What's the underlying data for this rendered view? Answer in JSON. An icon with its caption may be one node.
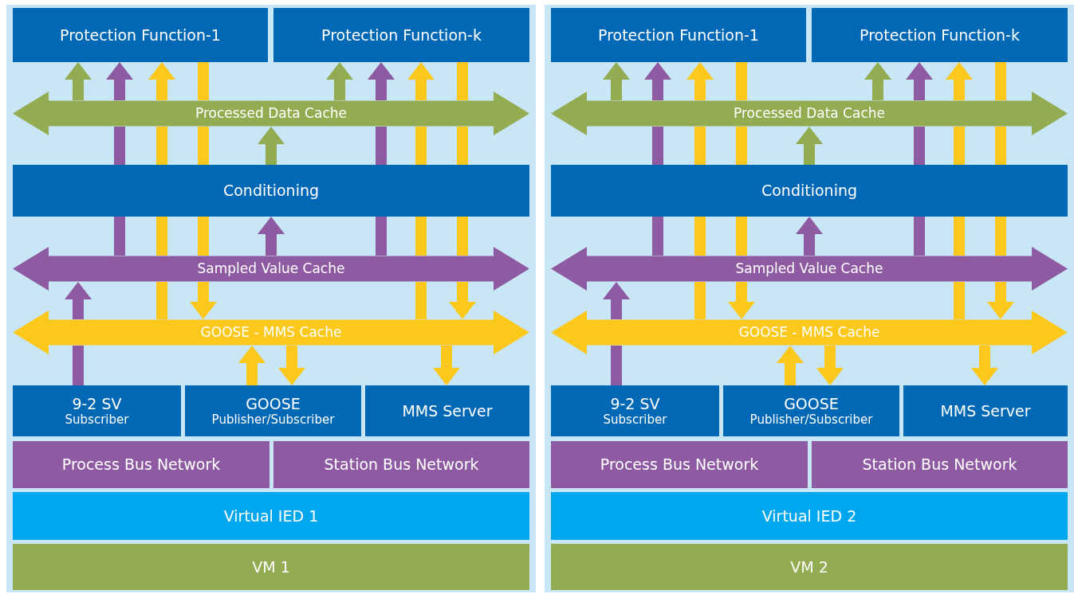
{
  "diagram": {
    "nodes": [
      {
        "text": [],
        "shape": "box"
      },
      {
        "text": [
          "Protection Function-1"
        ],
        "in": 0
      },
      {
        "text": [
          "Protection Function-k"
        ],
        "in": 0
      },
      {
        "text": [
          "Processed Data Cache"
        ],
        "in": 0
      },
      {
        "text": [
          "Conditioning"
        ],
        "in": 0
      },
      {
        "text": [
          "Sampled Value Cache"
        ],
        "in": 0
      },
      {
        "text": [
          "GOOSE - MMS Cache"
        ],
        "in": 0
      },
      {
        "text": [
          "9-2 SV",
          "Subscriber"
        ],
        "in": 0
      },
      {
        "text": [
          "GOOSE",
          "Publisher/Subscriber"
        ],
        "in": 0
      },
      {
        "text": [
          "MMS Server"
        ],
        "in": 0
      },
      {
        "text": [
          "Process Bus Network"
        ],
        "in": 0
      },
      {
        "text": [
          "Station Bus Network"
        ],
        "in": 0
      },
      {
        "text": [
          "Virtual IED 1"
        ],
        "in": 0
      },
      {
        "text": [
          "VM 1"
        ],
        "in": 0
      },
      {
        "text": [],
        "shape": "box"
      },
      {
        "text": [
          "Protection Function-1"
        ],
        "in": 14
      },
      {
        "text": [
          "Protection Function-k"
        ],
        "in": 14
      },
      {
        "text": [
          "Processed Data Cache"
        ],
        "in": 14
      },
      {
        "text": [
          "Conditioning"
        ],
        "in": 14
      },
      {
        "text": [
          "Sampled Value Cache"
        ],
        "in": 14
      },
      {
        "text": [
          "GOOSE - MMS Cache"
        ],
        "in": 14
      },
      {
        "text": [
          "9-2 SV",
          "Subscriber"
        ],
        "in": 14
      },
      {
        "text": [
          "GOOSE",
          "Publisher/Subscriber"
        ],
        "in": 14
      },
      {
        "text": [
          "MMS Server"
        ],
        "in": 14
      },
      {
        "text": [
          "Process Bus Network"
        ],
        "in": 14
      },
      {
        "text": [
          "Station Bus Network"
        ],
        "in": 14
      },
      {
        "text": [
          "Virtual IED 2"
        ],
        "in": 14
      },
      {
        "text": [
          "VM 2"
        ],
        "in": 14
      }
    ],
    "edges": [
      {
        "from": 3,
        "to": 1,
        "arrow": "to",
        "color": "#93ac52"
      },
      {
        "from": 5,
        "to": 4,
        "arrow": "none",
        "color": "#8e5ba2"
      },
      {
        "from": 4,
        "to": 3,
        "arrow": "none",
        "color": "#8e5ba2"
      },
      {
        "from": 3,
        "to": 1,
        "arrow": "to",
        "color": "#8e5ba2"
      },
      {
        "from": 6,
        "to": 5,
        "arrow": "none",
        "color": "#fcc81b"
      },
      {
        "from": 5,
        "to": 4,
        "arrow": "none",
        "color": "#fcc81b"
      },
      {
        "from": 4,
        "to": 3,
        "arrow": "none",
        "color": "#fcc81b"
      },
      {
        "from": 3,
        "to": 1,
        "arrow": "to",
        "color": "#fcc81b"
      },
      {
        "from": 1,
        "to": 3,
        "arrow": "none",
        "color": "#fcc81b"
      },
      {
        "from": 3,
        "to": 4,
        "arrow": "none",
        "color": "#fcc81b"
      },
      {
        "from": 4,
        "to": 5,
        "arrow": "none",
        "color": "#fcc81b"
      },
      {
        "from": 5,
        "to": 6,
        "arrow": "to",
        "color": "#fcc81b"
      },
      {
        "from": 3,
        "to": 2,
        "arrow": "to",
        "color": "#93ac52"
      },
      {
        "from": 5,
        "to": 4,
        "arrow": "none",
        "color": "#8e5ba2"
      },
      {
        "from": 4,
        "to": 3,
        "arrow": "none",
        "color": "#8e5ba2"
      },
      {
        "from": 3,
        "to": 2,
        "arrow": "to",
        "color": "#8e5ba2"
      },
      {
        "from": 6,
        "to": 5,
        "arrow": "none",
        "color": "#fcc81b"
      },
      {
        "from": 5,
        "to": 4,
        "arrow": "none",
        "color": "#fcc81b"
      },
      {
        "from": 4,
        "to": 3,
        "arrow": "none",
        "color": "#fcc81b"
      },
      {
        "from": 3,
        "to": 2,
        "arrow": "to",
        "color": "#fcc81b"
      },
      {
        "from": 2,
        "to": 3,
        "arrow": "none",
        "color": "#fcc81b"
      },
      {
        "from": 3,
        "to": 4,
        "arrow": "none",
        "color": "#fcc81b"
      },
      {
        "from": 4,
        "to": 5,
        "arrow": "none",
        "color": "#fcc81b"
      },
      {
        "from": 5,
        "to": 6,
        "arrow": "to",
        "color": "#fcc81b"
      },
      {
        "from": 4,
        "to": 3,
        "arrow": "to",
        "color": "#93ac52"
      },
      {
        "from": 5,
        "to": 4,
        "arrow": "to",
        "color": "#8e5ba2"
      },
      {
        "from": 7,
        "to": 6,
        "arrow": "none",
        "color": "#8e5ba2"
      },
      {
        "from": 6,
        "to": 5,
        "arrow": "to",
        "color": "#8e5ba2"
      },
      {
        "from": 8,
        "to": 6,
        "arrow": "to",
        "color": "#fcc81b"
      },
      {
        "from": 6,
        "to": 8,
        "arrow": "to",
        "color": "#fcc81b"
      },
      {
        "from": 6,
        "to": 9,
        "arrow": "to",
        "color": "#fcc81b"
      },
      {
        "from": 17,
        "to": 15,
        "arrow": "to",
        "color": "#93ac52"
      },
      {
        "from": 19,
        "to": 18,
        "arrow": "none",
        "color": "#8e5ba2"
      },
      {
        "from": 18,
        "to": 17,
        "arrow": "none",
        "color": "#8e5ba2"
      },
      {
        "from": 17,
        "to": 15,
        "arrow": "to",
        "color": "#8e5ba2"
      },
      {
        "from": 20,
        "to": 19,
        "arrow": "none",
        "color": "#fcc81b"
      },
      {
        "from": 19,
        "to": 18,
        "arrow": "none",
        "color": "#fcc81b"
      },
      {
        "from": 18,
        "to": 17,
        "arrow": "none",
        "color": "#fcc81b"
      },
      {
        "from": 17,
        "to": 15,
        "arrow": "to",
        "color": "#fcc81b"
      },
      {
        "from": 15,
        "to": 17,
        "arrow": "none",
        "color": "#fcc81b"
      },
      {
        "from": 17,
        "to": 18,
        "arrow": "none",
        "color": "#fcc81b"
      },
      {
        "from": 18,
        "to": 19,
        "arrow": "none",
        "color": "#fcc81b"
      },
      {
        "from": 19,
        "to": 20,
        "arrow": "to",
        "color": "#fcc81b"
      },
      {
        "from": 17,
        "to": 16,
        "arrow": "to",
        "color": "#93ac52"
      },
      {
        "from": 19,
        "to": 18,
        "arrow": "none",
        "color": "#8e5ba2"
      },
      {
        "from": 18,
        "to": 17,
        "arrow": "none",
        "color": "#8e5ba2"
      },
      {
        "from": 17,
        "to": 16,
        "arrow": "to",
        "color": "#8e5ba2"
      },
      {
        "from": 20,
        "to": 19,
        "arrow": "none",
        "color": "#fcc81b"
      },
      {
        "from": 19,
        "to": 18,
        "arrow": "none",
        "color": "#fcc81b"
      },
      {
        "from": 18,
        "to": 17,
        "arrow": "none",
        "color": "#fcc81b"
      },
      {
        "from": 17,
        "to": 16,
        "arrow": "to",
        "color": "#fcc81b"
      },
      {
        "from": 16,
        "to": 17,
        "arrow": "none",
        "color": "#fcc81b"
      },
      {
        "from": 17,
        "to": 18,
        "arrow": "none",
        "color": "#fcc81b"
      },
      {
        "from": 18,
        "to": 19,
        "arrow": "none",
        "color": "#fcc81b"
      },
      {
        "from": 19,
        "to": 20,
        "arrow": "to",
        "color": "#fcc81b"
      },
      {
        "from": 18,
        "to": 17,
        "arrow": "to",
        "color": "#93ac52"
      },
      {
        "from": 19,
        "to": 18,
        "arrow": "to",
        "color": "#8e5ba2"
      },
      {
        "from": 21,
        "to": 20,
        "arrow": "none",
        "color": "#8e5ba2"
      },
      {
        "from": 20,
        "to": 19,
        "arrow": "to",
        "color": "#8e5ba2"
      },
      {
        "from": 22,
        "to": 20,
        "arrow": "to",
        "color": "#fcc81b"
      },
      {
        "from": 20,
        "to": 22,
        "arrow": "to",
        "color": "#fcc81b"
      },
      {
        "from": 20,
        "to": 23,
        "arrow": "to",
        "color": "#fcc81b"
      }
    ]
  }
}
